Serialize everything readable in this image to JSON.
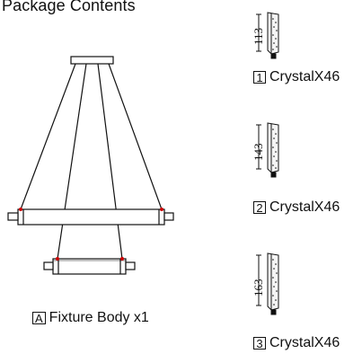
{
  "title": "Package Contents",
  "fixture": {
    "letter": "A",
    "label": "Fixture Body x1"
  },
  "crystals": [
    {
      "index": "1",
      "name": "CrystalX46",
      "dimension": "113"
    },
    {
      "index": "2",
      "name": "CrystalX46",
      "dimension": "143"
    },
    {
      "index": "3",
      "name": "CrystalX46",
      "dimension": "163"
    }
  ],
  "colors": {
    "line": "#111111",
    "accent_red": "#cc0000"
  }
}
